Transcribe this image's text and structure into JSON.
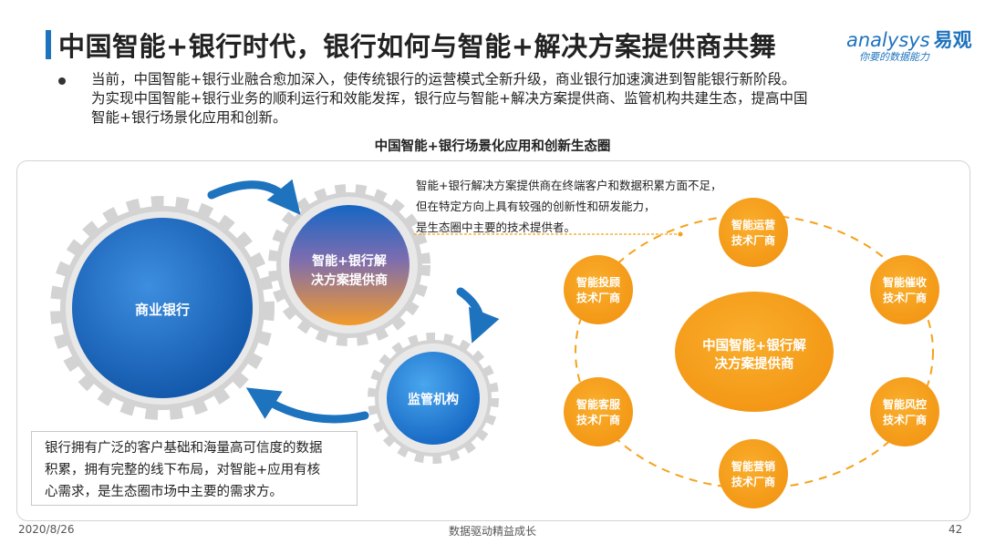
{
  "header": {
    "title": "中国智能+银行时代，银行如何与智能+解决方案提供商共舞",
    "logo_text": "nalysys",
    "logo_prefix": "a",
    "logo_cn": "易观",
    "logo_slogan": "你要的数据能力"
  },
  "intro": {
    "line1": "当前，中国智能+银行业融合愈加深入，使传统银行的运营模式全新升级，商业银行加速演进到智能银行新阶段。",
    "line2": "为实现中国智能+银行业务的顺利运行和效能发挥，银行应与智能+解决方案提供商、监管机构共建生态，提高中国",
    "line3": "智能+银行场景化应用和创新。"
  },
  "diagram": {
    "title": "中国智能+银行场景化应用和创新生态圈",
    "gears": {
      "commercial_bank": "商业银行",
      "provider_line1": "智能+银行解",
      "provider_line2": "决方案提供商",
      "regulator": "监管机构"
    },
    "annotation_top": {
      "line1": "智能+银行解决方案提供商在终端客户和数据积累方面不足，",
      "line2": "但在特定方向上具有较强的创新性和研发能力，",
      "line3": "是生态圈中主要的技术提供者。"
    },
    "note_box": {
      "line1": "银行拥有广泛的客户基础和海量高可信度的数据",
      "line2": "积累，拥有完整的线下布局，对智能+应用有核",
      "line3": "心需求，是生态圈市场中主要的需求方。"
    },
    "center": {
      "line1": "中国智能+银行解",
      "line2": "决方案提供商"
    },
    "satellites": {
      "ops": [
        "智能运营",
        "技术厂商"
      ],
      "collect": [
        "智能催收",
        "技术厂商"
      ],
      "risk": [
        "智能风控",
        "技术厂商"
      ],
      "marketing": [
        "智能营销",
        "技术厂商"
      ],
      "service": [
        "智能客服",
        "技术厂商"
      ],
      "advisory": [
        "智能投顾",
        "技术厂商"
      ]
    },
    "colors": {
      "blue": "#1e6fc8",
      "orange": "#f5a21b",
      "gear_gray": "#d2d2d2"
    }
  },
  "footer": {
    "date": "2020/8/26",
    "center": "数据驱动精益成长",
    "page": "42"
  }
}
